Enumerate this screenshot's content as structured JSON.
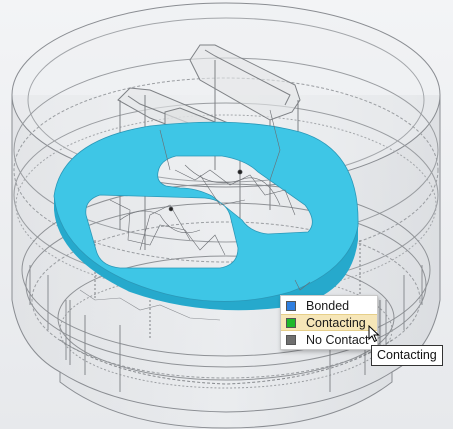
{
  "context_menu": {
    "items": [
      {
        "label": "Bonded",
        "color": "#2f7fe0",
        "icon": "bonded-swatch-icon"
      },
      {
        "label": "Contacting",
        "color": "#1fb82b",
        "icon": "contacting-swatch-icon",
        "hovered": true
      },
      {
        "label": "No Contact",
        "color": "#6f6f6f",
        "icon": "no-contact-swatch-icon"
      }
    ]
  },
  "tooltip": {
    "text": "Contacting"
  },
  "colors": {
    "highlight_face": "#3ec6e6",
    "highlight_side": "#26a9cc",
    "wireframe": "#8a8d92"
  }
}
